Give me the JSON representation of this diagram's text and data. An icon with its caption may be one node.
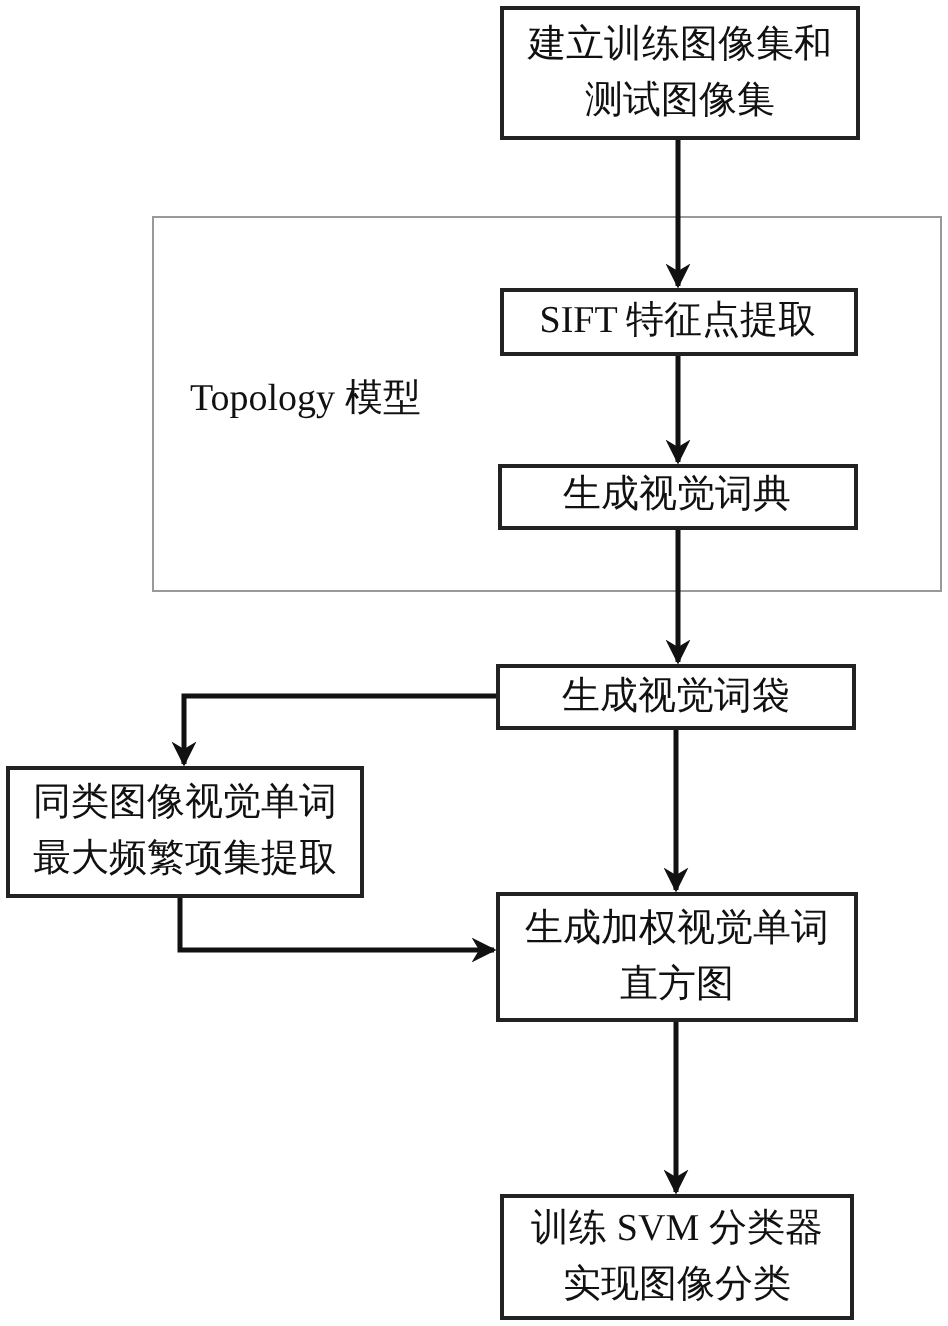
{
  "diagram": {
    "nodes": [
      {
        "text": [
          "建立训练图像集和测试图像集"
        ]
      },
      {
        "text": [
          "Topology 模型"
        ]
      },
      {
        "text": [
          "SIFT 特征点提取"
        ],
        "in": 1
      },
      {
        "text": [
          "生成视觉词典"
        ],
        "in": 1
      },
      {
        "text": [
          "生成视觉词袋"
        ]
      },
      {
        "text": [
          "同类图像视觉单词最大频繁项集提取"
        ]
      },
      {
        "text": [
          "生成加权视觉单词直方图"
        ]
      },
      {
        "text": [
          "训练 SVM 分类器实现图像分类"
        ]
      }
    ],
    "edges": [
      {
        "from": 0,
        "to": 2,
        "arrow": "to"
      },
      {
        "from": 2,
        "to": 3,
        "arrow": "to"
      },
      {
        "from": 3,
        "to": 4,
        "arrow": "to"
      },
      {
        "from": 4,
        "to": 5,
        "arrow": "to"
      },
      {
        "from": 4,
        "to": 6,
        "arrow": "to"
      },
      {
        "from": 5,
        "to": 6,
        "arrow": "to"
      },
      {
        "from": 6,
        "to": 7,
        "arrow": "to"
      }
    ]
  }
}
